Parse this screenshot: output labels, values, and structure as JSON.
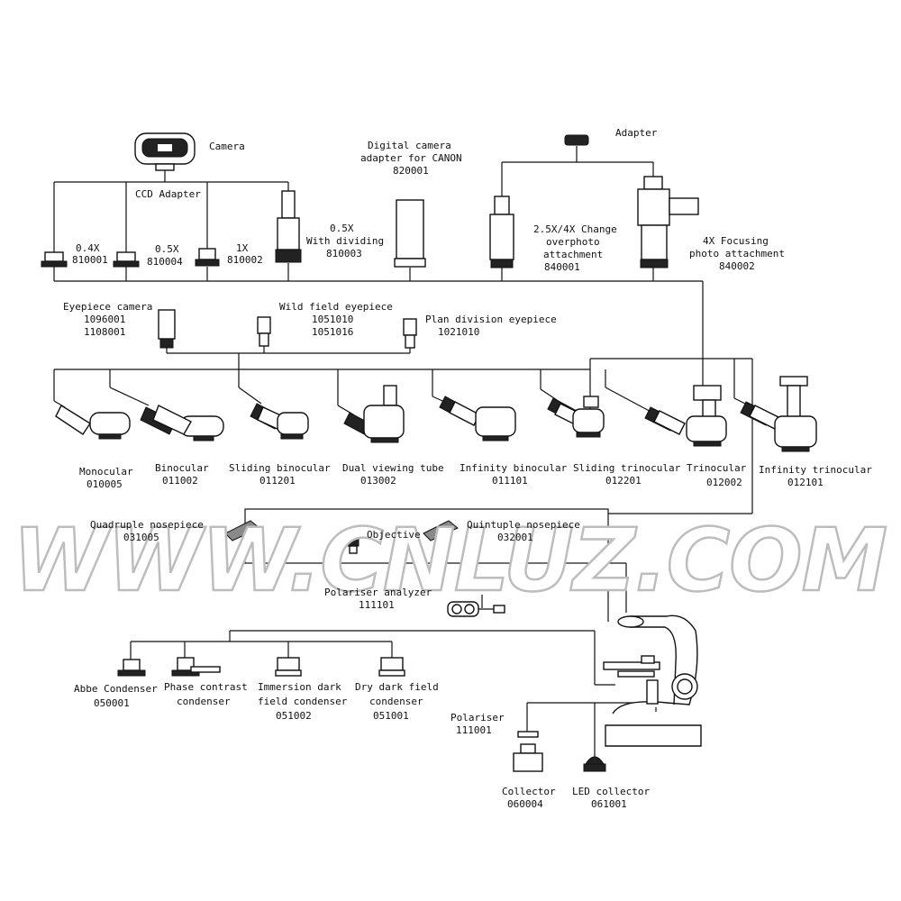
{
  "watermark": "WWW.CNLUZ.COM",
  "top": {
    "camera": "Camera",
    "ccd_adapter": "CCD Adapter",
    "a04": [
      "0.4X",
      "810001"
    ],
    "a05": [
      "0.5X",
      "810004"
    ],
    "a1": [
      "1X",
      "810002"
    ],
    "div": [
      "0.5X",
      "With dividing",
      "810003"
    ],
    "canon": [
      "Digital camera",
      "adapter for CANON",
      "820001"
    ],
    "adapter": "Adapter",
    "change": [
      "2.5X/4X Change",
      "overphoto",
      "attachment",
      "840001"
    ],
    "focusing": [
      "4X Focusing",
      "photo attachment",
      "840002"
    ]
  },
  "eyepieces": {
    "camera": [
      "Eyepiece camera",
      "1096001",
      "1108001"
    ],
    "wild": [
      "Wild field eyepiece",
      "1051010",
      "1051016"
    ],
    "plan": [
      "Plan division eyepiece",
      "1021010"
    ]
  },
  "heads": [
    {
      "name": "Monocular",
      "code": "010005"
    },
    {
      "name": "Binocular",
      "code": "011002"
    },
    {
      "name": "Sliding binocular",
      "code": "011201"
    },
    {
      "name": "Dual viewing tube",
      "code": "013002"
    },
    {
      "name": "Infinity binocular",
      "code": "011101"
    },
    {
      "name": "Sliding trinocular",
      "code": "012201"
    },
    {
      "name": "Trinocular",
      "code": "012002"
    },
    {
      "name": "Infinity trinocular",
      "code": "012101"
    }
  ],
  "nose": {
    "quadruple": [
      "Quadruple nosepiece",
      "031005"
    ],
    "objective": "Objective",
    "quintuple": [
      "Quintuple nosepiece",
      "032001"
    ],
    "polariser_analyzer": [
      "Polariser analyzer",
      "111101"
    ]
  },
  "condensers": {
    "abbe": [
      "Abbe Condenser",
      "050001"
    ],
    "phase": [
      "Phase contrast",
      "condenser"
    ],
    "immersion": [
      "Immersion dark",
      "field condenser",
      "051002"
    ],
    "dry": [
      "Dry dark field",
      "condenser",
      "051001"
    ]
  },
  "bottom": {
    "polariser": [
      "Polariser",
      "111001"
    ],
    "collector": [
      "Collector",
      "060004"
    ],
    "led": [
      "LED collector",
      "061001"
    ]
  }
}
